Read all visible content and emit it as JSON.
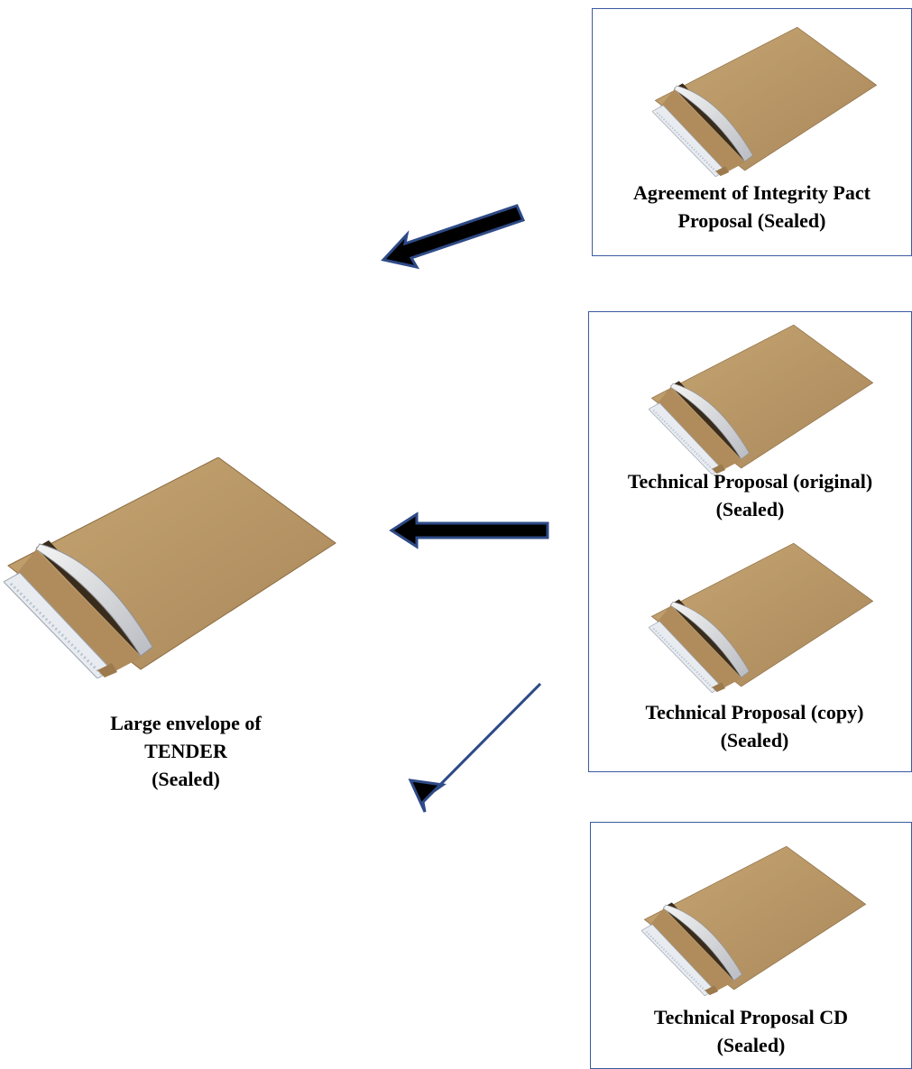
{
  "envelope_icon": "envelope-icon",
  "colors": {
    "box_border": "#3b5aa0",
    "arrow_outline": "#2e4a87",
    "arrow_fill": "#000000",
    "envelope_kraft": "#b59563"
  },
  "main_envelope": {
    "label_line1": "Large envelope of",
    "label_line2": "TENDER",
    "label_line3": "(Sealed)"
  },
  "boxes": [
    {
      "id": "integrity",
      "label_line1": "Agreement of Integrity Pact",
      "label_line2": "Proposal (Sealed)"
    },
    {
      "id": "technical",
      "original_line1": "Technical Proposal (original)",
      "original_line2": "(Sealed)",
      "copy_line1": "Technical Proposal (copy)",
      "copy_line2": "(Sealed)"
    },
    {
      "id": "cd",
      "label_line1": "Technical Proposal CD",
      "label_line2": "(Sealed)"
    }
  ]
}
